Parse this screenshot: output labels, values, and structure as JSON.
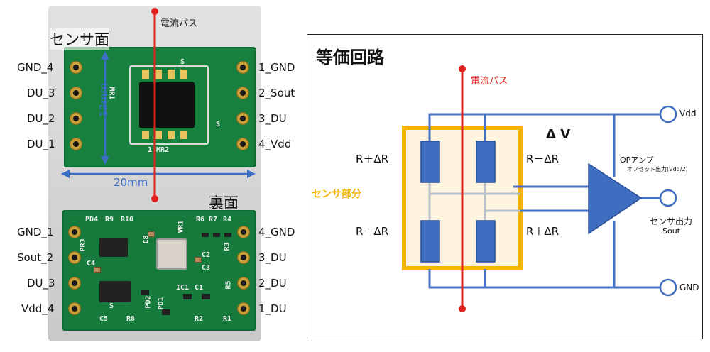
{
  "photo": {
    "current_path_label": "電流パス",
    "sensor_face_label": "センサ面",
    "back_face_label": "裏面",
    "dim_height": "12mm",
    "dim_width": "20mm",
    "front_left_pins": [
      "GND_4",
      "DU_3",
      "DU_2",
      "DU_1"
    ],
    "front_right_pins": [
      "1_GND",
      "2_Sout",
      "3_DU",
      "4_Vdd"
    ],
    "back_left_pins": [
      "GND_1",
      "Sout_2",
      "DU_3",
      "Vdd_4"
    ],
    "back_right_pins": [
      "4_GND",
      "3_DU",
      "2_DU",
      "1_DU"
    ],
    "silkscreen_front": [
      "MR1",
      "1 MR2",
      "S",
      "S"
    ],
    "silkscreen_back": [
      "PD4",
      "R9",
      "R10",
      "R6",
      "R7",
      "R4",
      "C8",
      "VR1",
      "PR3",
      "C2",
      "R3",
      "C4",
      "C3",
      "R5",
      "S",
      "IC1",
      "C1",
      "PD2",
      "C5",
      "R8",
      "PD1",
      "R2",
      "R1"
    ]
  },
  "diagram": {
    "title": "等価回路",
    "current_path_label": "電流パス",
    "delta_v": "Δ V",
    "r_plus_top": "R＋ΔR",
    "r_minus_top": "R－ΔR",
    "r_minus_bottom": "R－ΔR",
    "r_plus_bottom": "R＋ΔR",
    "sensor_part": "センサ部分",
    "opamp_label": "OPアンプ",
    "offset_label": "オフセット出力(Vdd/2)",
    "vdd_label": "Vdd",
    "output_label": "センサ出力",
    "sout_label": "Sout",
    "gnd_label": "GND"
  },
  "colors": {
    "wire": "#4472c4",
    "resistor": "#3f6dc0",
    "sensor_box": "#f5b400",
    "current_path": "#e0201c",
    "pcb": "#17803f"
  }
}
